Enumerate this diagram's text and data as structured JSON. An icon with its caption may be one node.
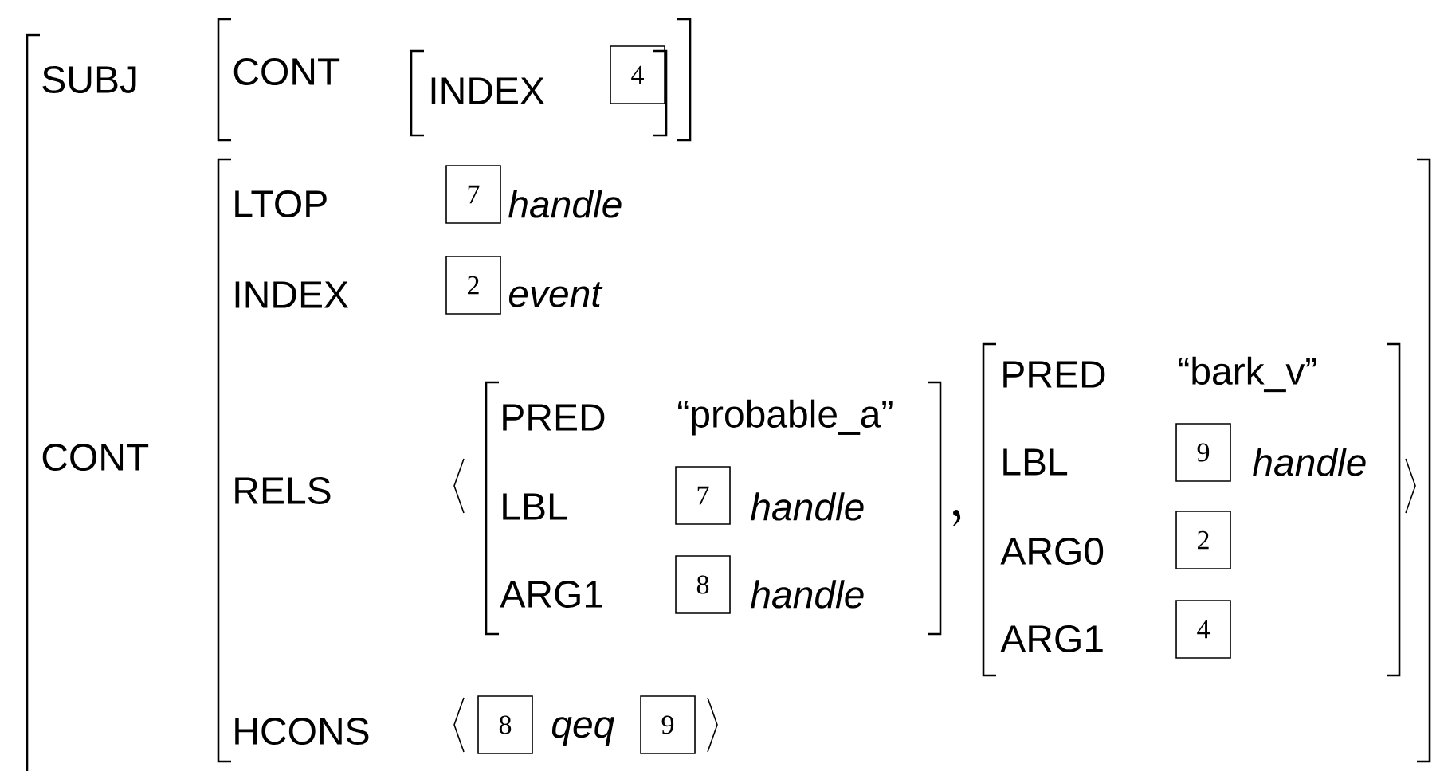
{
  "diagram": {
    "nodes": [
      {
        "text": [
          "4"
        ]
      },
      {
        "text": [
          "7"
        ]
      },
      {
        "text": [
          "2"
        ]
      },
      {
        "text": [
          "7"
        ]
      },
      {
        "text": [
          "8"
        ]
      },
      {
        "text": [
          "9"
        ]
      },
      {
        "text": [
          "2"
        ]
      },
      {
        "text": [
          "4"
        ]
      },
      {
        "text": [
          "8"
        ]
      },
      {
        "text": [
          "9"
        ]
      }
    ],
    "labels": [
      "SUBJ",
      "CONT",
      "INDEX",
      "LTOP",
      "handle",
      "INDEX",
      "event",
      "CONT",
      "RELS",
      "PRED",
      "“probable_a”",
      "LBL",
      "handle",
      "ARG1",
      "handle",
      "PRED",
      "“bark_v”",
      "LBL",
      "handle",
      "ARG0",
      "ARG1",
      "HCONS",
      "qeq"
    ]
  }
}
